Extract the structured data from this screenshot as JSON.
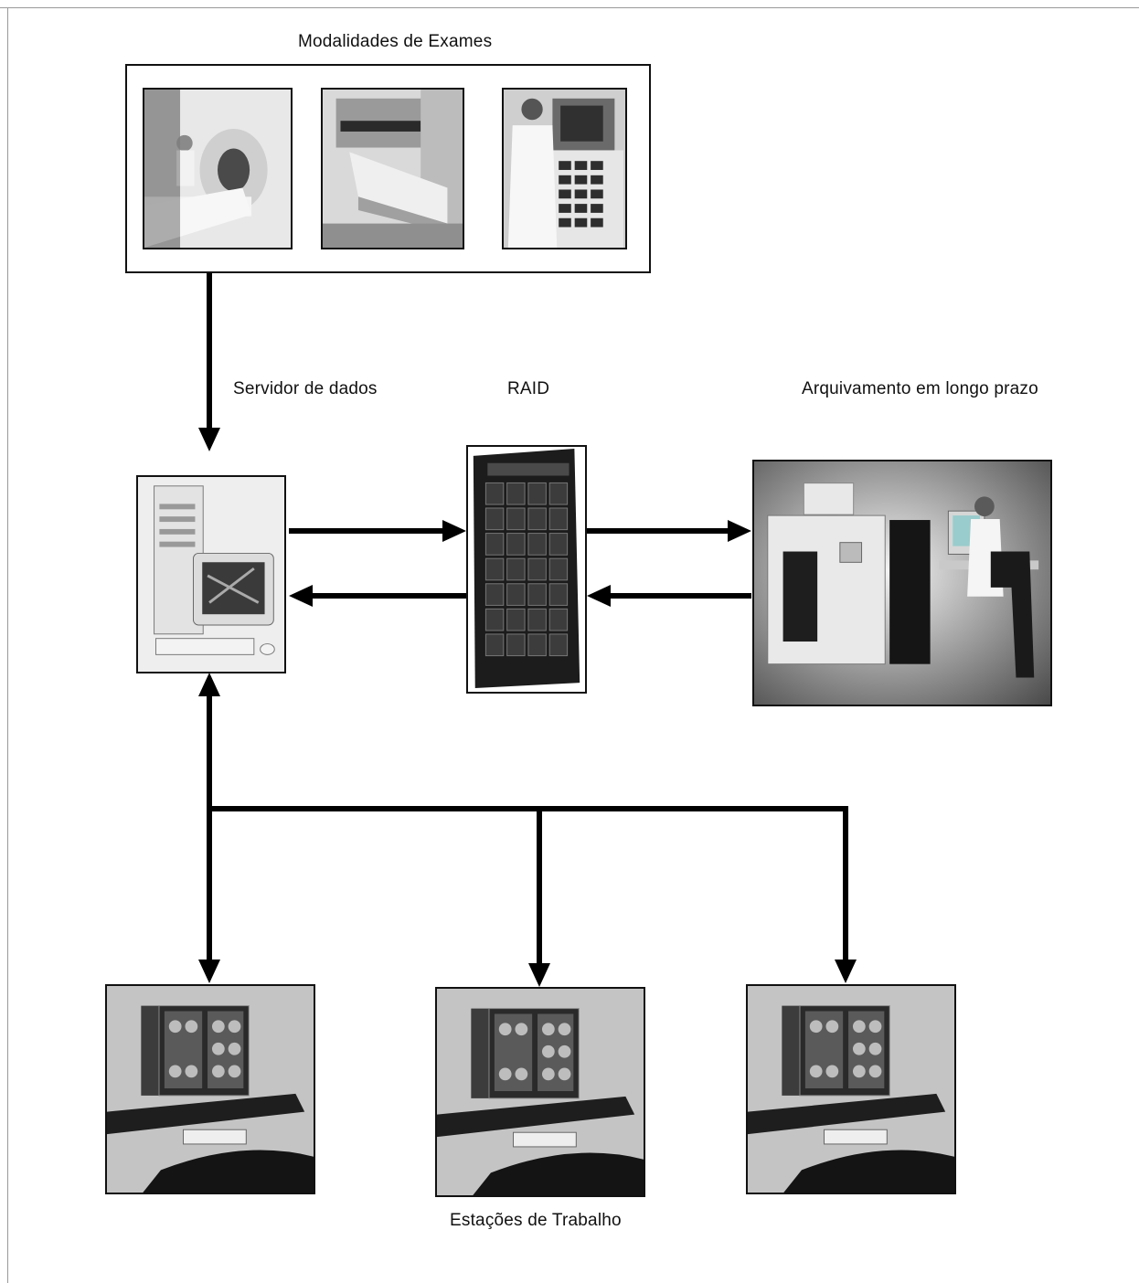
{
  "diagram": {
    "title_modalities": "Modalidades de Exames",
    "label_server": "Servidor de dados",
    "label_raid": "RAID",
    "label_archive": "Arquivamento em longo prazo",
    "label_workstations": "Estações de Trabalho"
  },
  "images": {
    "modality_ct": "ct-scanner-photo",
    "modality_mri": "mri-scanner-photo",
    "modality_console": "technician-console-photo",
    "server": "server-computer-photo",
    "raid": "raid-storage-photo",
    "archive": "archive-system-photo",
    "workstation": "workstation-photo"
  }
}
